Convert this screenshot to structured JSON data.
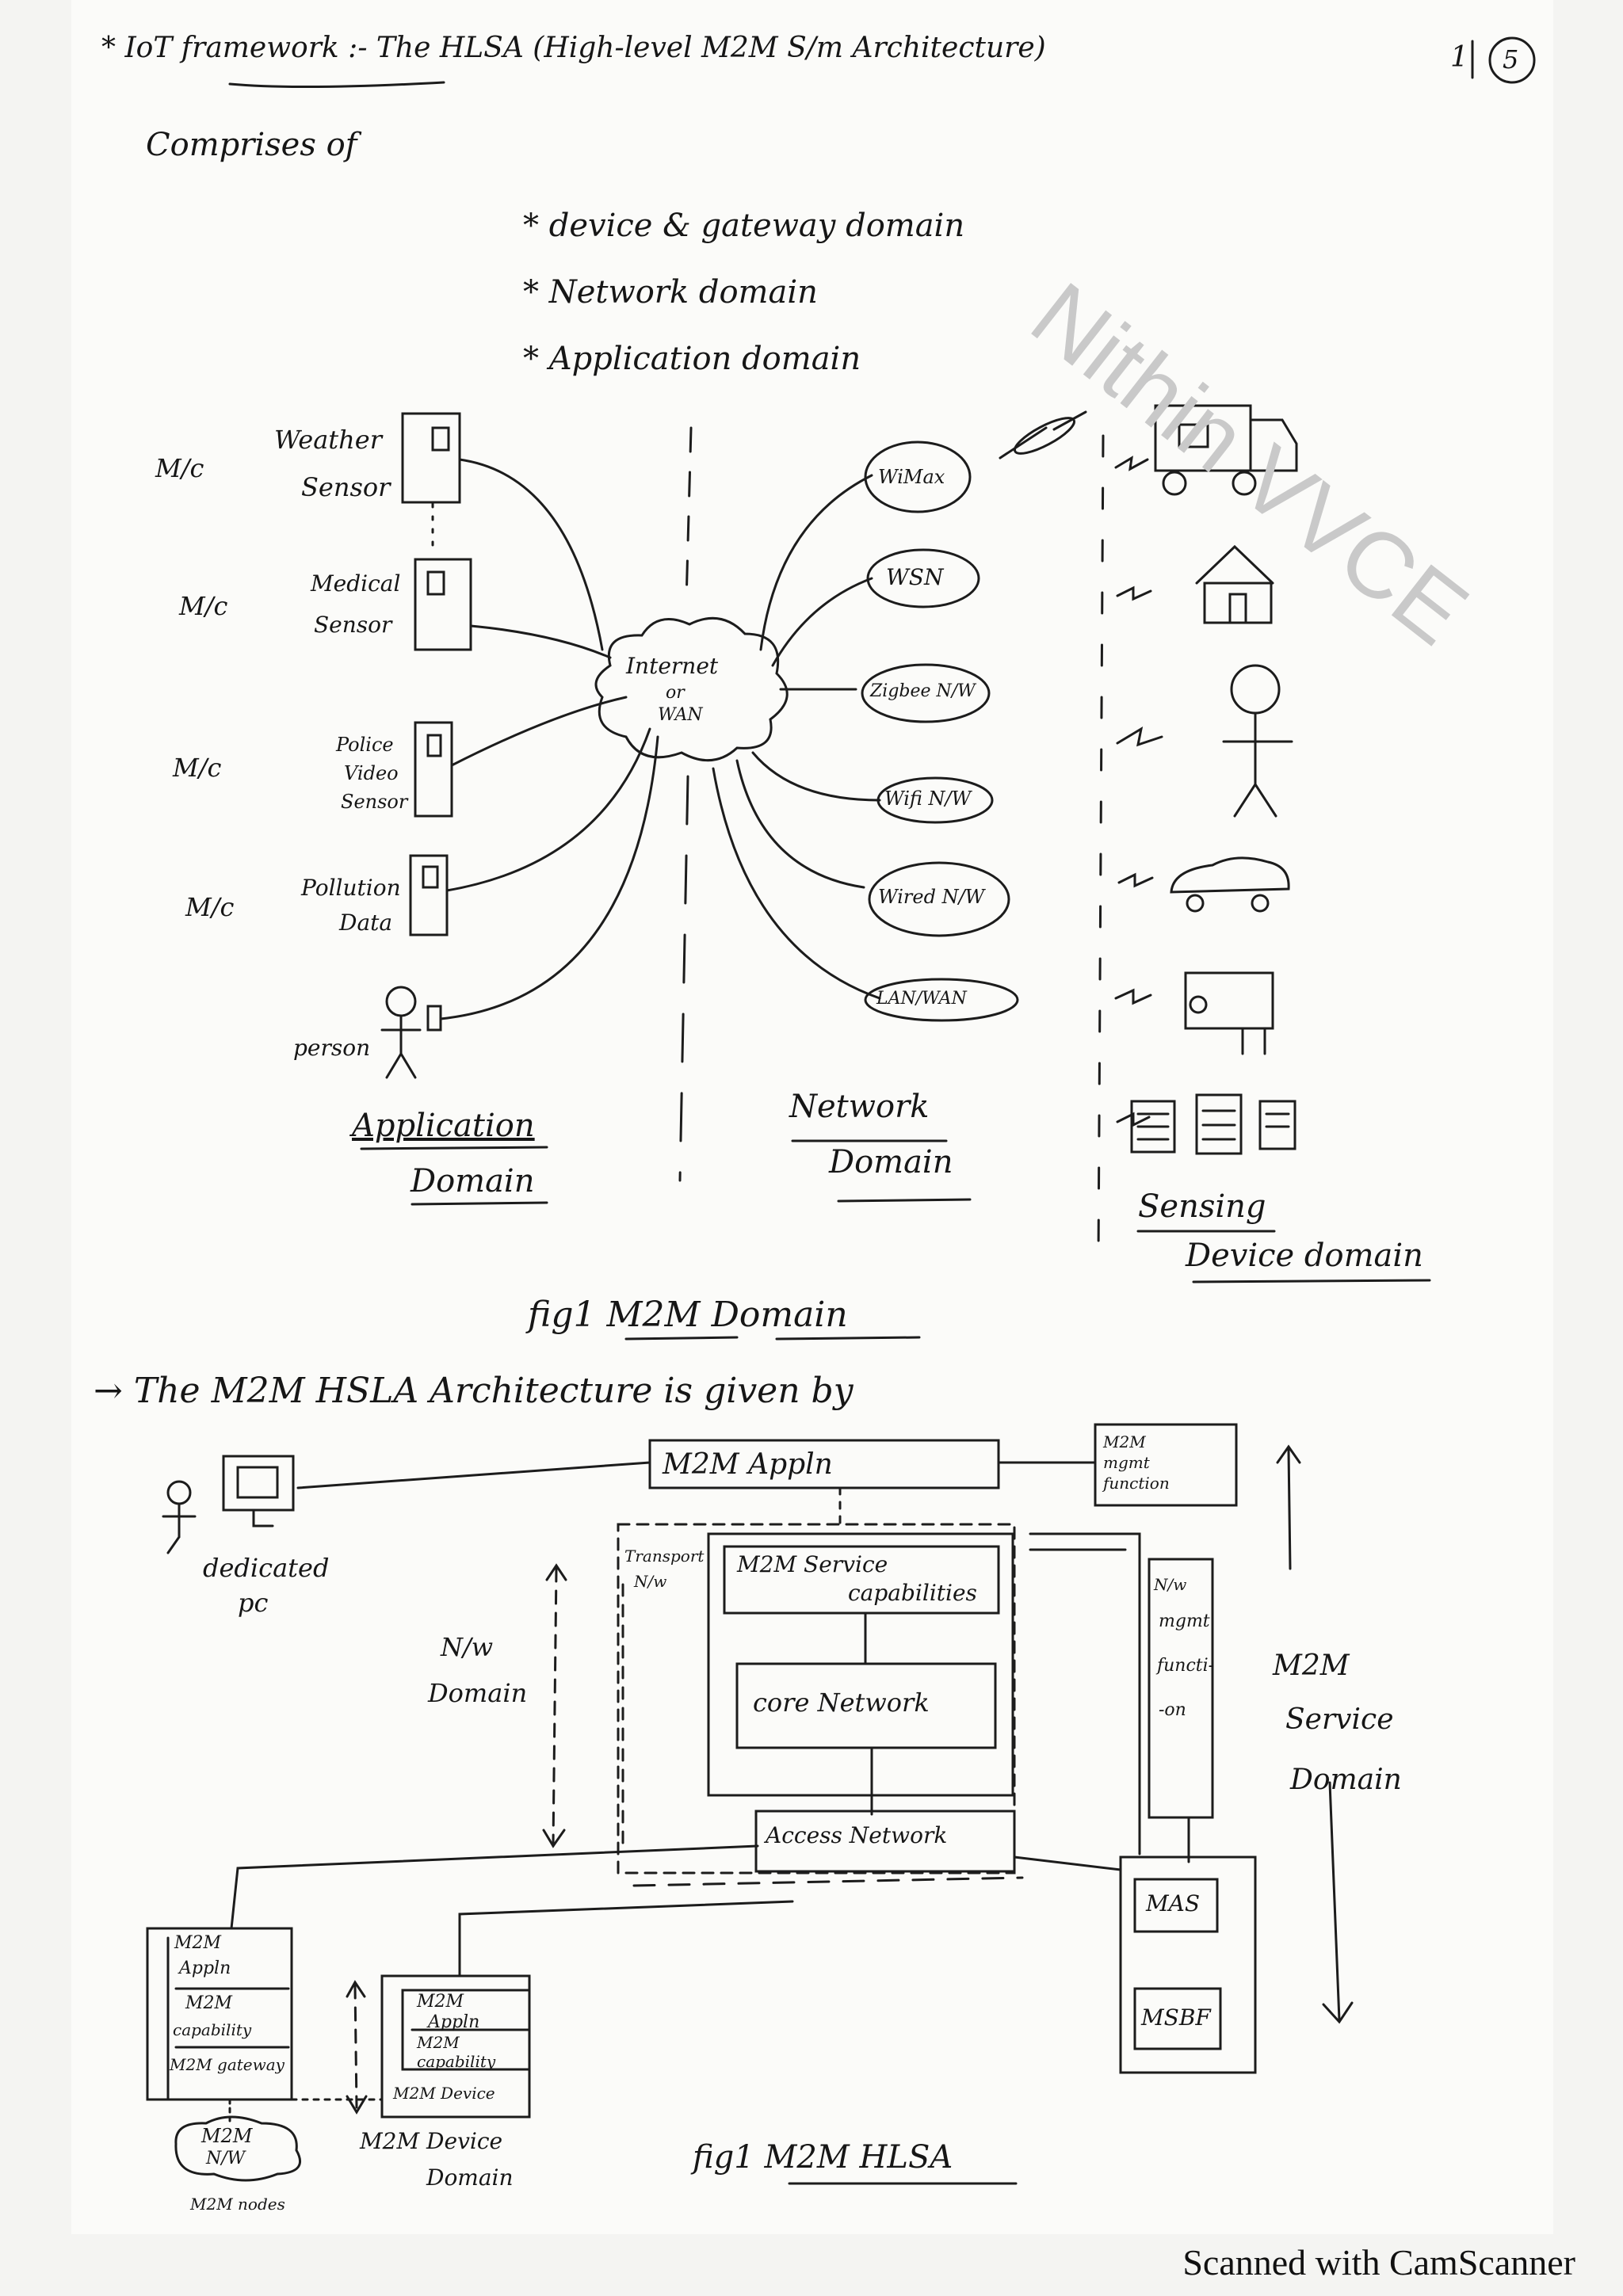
{
  "header": {
    "title": "* IoT framework :- The HLSA (High-level M2M S/m Architecture)",
    "page_no_prefix": "1",
    "page_no_circled": "5",
    "intro": "Comprises of"
  },
  "domains_list": [
    "* device & gateway domain",
    "* Network domain",
    "* Application domain"
  ],
  "watermark": "Nithin VVCE",
  "fig1": {
    "machines": [
      {
        "mc": "M/c",
        "label1": "Weather",
        "label2": "Sensor"
      },
      {
        "mc": "M/c",
        "label1": "Medical",
        "label2": "Sensor"
      },
      {
        "mc": "M/c",
        "label1": "Police",
        "label2": "Video",
        "label3": "Sensor"
      },
      {
        "mc": "M/c",
        "label1": "Pollution",
        "label2": "Data"
      }
    ],
    "person": "person",
    "internet1": "Internet",
    "internet2": "or",
    "internet3": "WAN",
    "networks": [
      "WiMax",
      "WSN",
      "Zigbee N/W",
      "Wifi N/W",
      "Wired N/W",
      "LAN/WAN"
    ],
    "app_domain1": "Application",
    "app_domain2": "Domain",
    "net_domain1": "Network",
    "net_domain2": "Domain",
    "sense_domain1": "Sensing",
    "sense_domain2": "Device domain",
    "caption": "fig1 M2M Domain"
  },
  "intro2": "→ The M2M HSLA Architecture is given by",
  "fig2": {
    "dedicated_pc1": "dedicated",
    "dedicated_pc2": "pc",
    "m2m_appln": "M2M Appln",
    "m2m_mgmt1": "M2M",
    "m2m_mgmt2": "mgmt",
    "m2m_mgmt3": "function",
    "transport1": "Transport",
    "transport2": "N/w",
    "service_cap1": "M2M Service",
    "service_cap2": "capabilities",
    "core_net": "core Network",
    "access_net": "Access Network",
    "nw_domain1": "N/w",
    "nw_domain2": "Domain",
    "nw_mgmt1": "N/w",
    "nw_mgmt2": "mgmt",
    "nw_mgmt3": "functi-",
    "nw_mgmt4": "-on",
    "service_domain1": "M2M",
    "service_domain2": "Service",
    "service_domain3": "Domain",
    "mas": "MAS",
    "msbf": "MSBF",
    "gw_box": [
      "M2M",
      "Appln",
      "M2M",
      "capability",
      "M2M gateway"
    ],
    "dev_box": [
      "M2M",
      "Appln",
      "M2M",
      "capability",
      "M2M Device"
    ],
    "m2m_nw1": "M2M",
    "m2m_nw2": "N/W",
    "m2m_nodes": "M2M nodes",
    "device_domain1": "M2M Device",
    "device_domain2": "Domain",
    "caption": "fig1 M2M HLSA"
  },
  "footer": "Scanned with CamScanner"
}
